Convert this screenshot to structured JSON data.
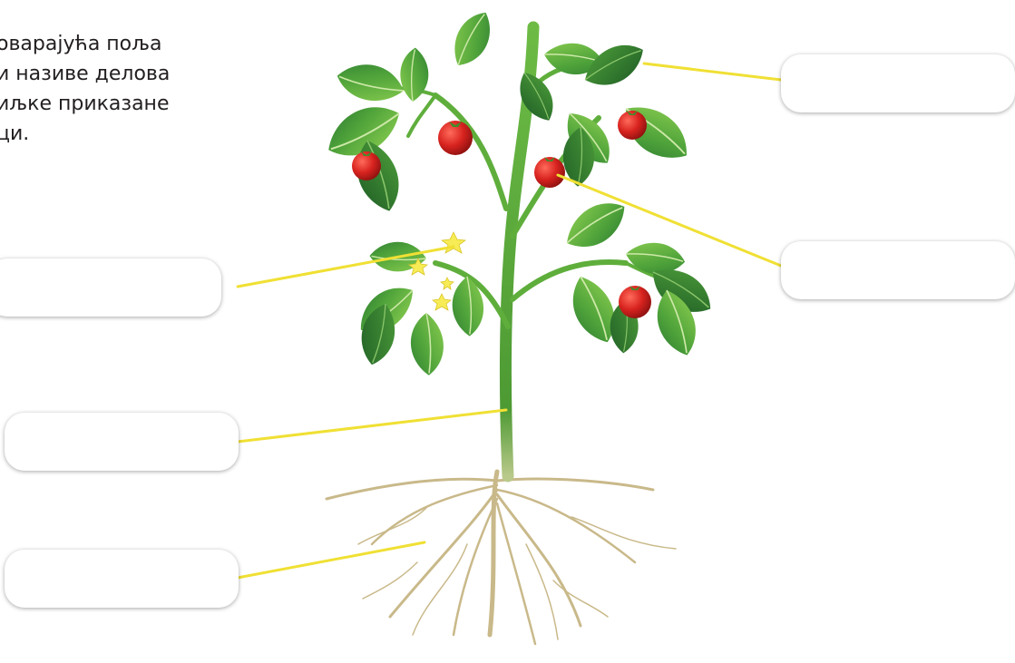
{
  "instructions": {
    "lines": [
      "оварајућа поља",
      "и називе делова",
      "иљке приказане",
      "ци."
    ]
  },
  "label_boxes": [
    {
      "side": "left",
      "value": ""
    },
    {
      "side": "left",
      "value": ""
    },
    {
      "side": "left",
      "value": ""
    },
    {
      "side": "right",
      "value": ""
    },
    {
      "side": "right",
      "value": ""
    }
  ],
  "colors": {
    "leader_line": "#f0e034",
    "leaf_dark": "#2e7d32",
    "leaf_light": "#7cc242",
    "stem": "#5fae3c",
    "fruit": "#d8231f",
    "flower": "#f7ec55",
    "root": "#c9b98a"
  }
}
